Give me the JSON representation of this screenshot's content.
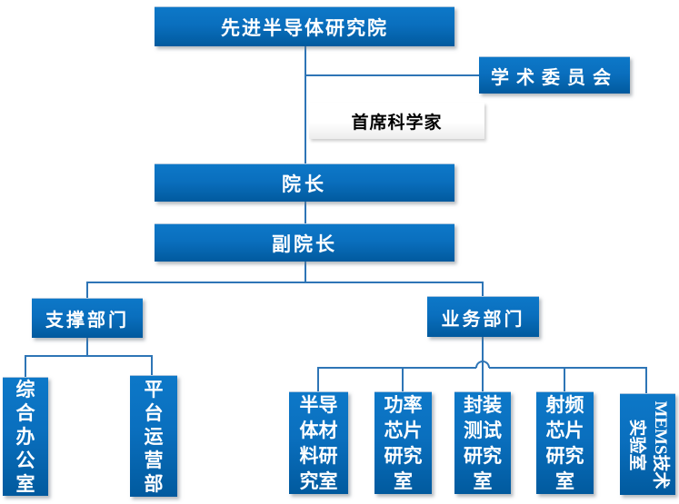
{
  "diagram": {
    "type": "org-chart",
    "colors": {
      "node_fill_top": "#0d78c8",
      "node_fill_bottom": "#015a9e",
      "node_text": "#ffffff",
      "highlight_node_fill": "#ffffff",
      "highlight_node_text": "#000000",
      "connector": "#2e75b6",
      "background": "#ffffff"
    },
    "nodes": {
      "root": {
        "label": "先进半导体研究院"
      },
      "academic": {
        "label": "学术委员会"
      },
      "chief": {
        "label": "首席科学家"
      },
      "dean": {
        "label": "院长"
      },
      "vice_dean": {
        "label": "副院长"
      },
      "support_dept": {
        "label": "支撑部门"
      },
      "business_dept": {
        "label": "业务部门"
      },
      "general_office": {
        "label": "综合办公室",
        "display": "综\n合\n办\n公\n室"
      },
      "platform_ops": {
        "label": "平台运营部",
        "display": "平\n台\n运\n营\n部"
      },
      "semi_materials": {
        "label": "半导体材料研究室",
        "display": "半导\n体材\n料研\n究室"
      },
      "power_chip": {
        "label": "功率芯片研究室",
        "display": "功率\n芯片\n研究\n室"
      },
      "packaging_test": {
        "label": "封装测试研究室",
        "display": "封装\n测试\n研究\n室"
      },
      "rf_chip": {
        "label": "射频芯片研究室",
        "display": "射频\n芯片\n研究\n室"
      },
      "mems_lab": {
        "label": "MEMS技术实验室",
        "display": "MEMS技术\n实验室"
      }
    },
    "hierarchy": {
      "root": "先进半导体研究院",
      "side_nodes_of_root": [
        "学术委员会",
        "首席科学家"
      ],
      "chain": [
        "院长",
        "副院长"
      ],
      "branches": {
        "支撑部门": [
          "综合办公室",
          "平台运营部"
        ],
        "业务部门": [
          "半导体材料研究室",
          "功率芯片研究室",
          "封装测试研究室",
          "射频芯片研究室",
          "MEMS技术实验室"
        ]
      }
    }
  }
}
